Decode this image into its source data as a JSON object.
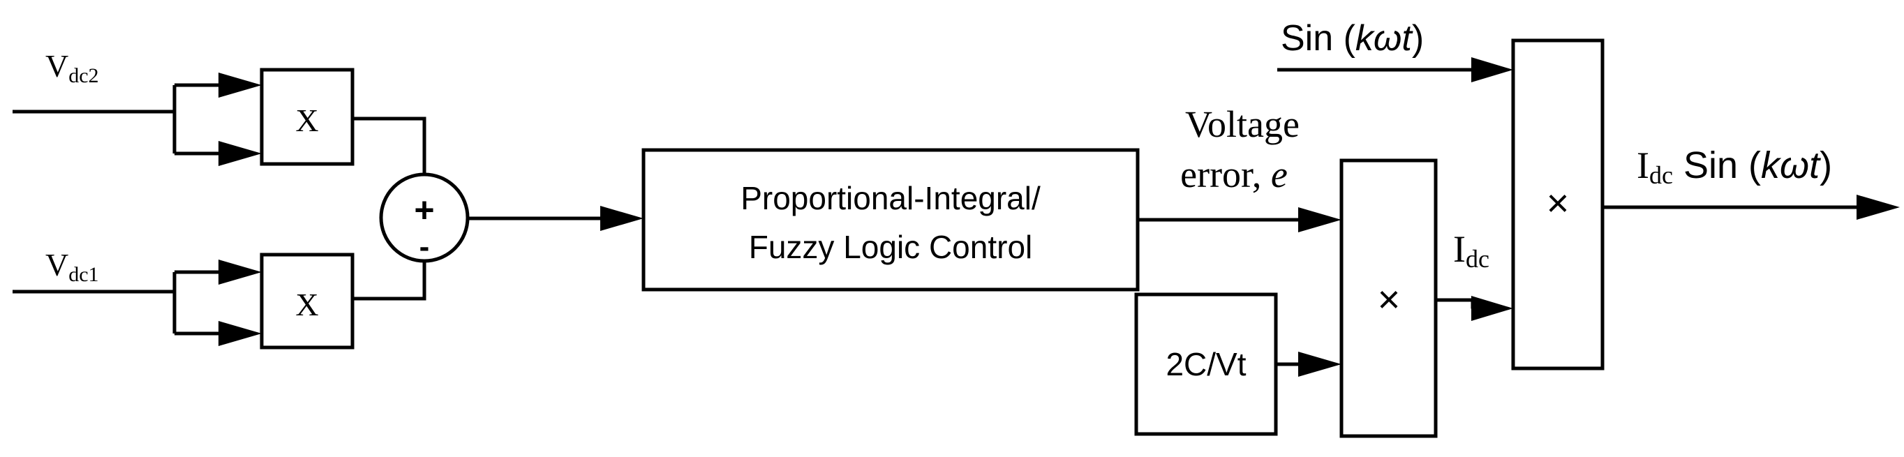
{
  "inputs": {
    "vdc2": {
      "main": "V",
      "sub": "dc2"
    },
    "vdc1": {
      "main": "V",
      "sub": "dc1"
    },
    "sin": {
      "prefix": "Sin (",
      "italic": "kωt",
      "suffix": ")"
    }
  },
  "blocks": {
    "mult_top": "X",
    "mult_bottom": "X",
    "sum_plus": "+",
    "sum_minus": "-",
    "controller_line1": "Proportional-Integral/",
    "controller_line2": "Fuzzy Logic Control",
    "gain": "2C/Vt",
    "mult_idc": "×",
    "mult_out": "×"
  },
  "signals": {
    "voltage_error_line1": "Voltage",
    "voltage_error_line2_prefix": "error, ",
    "voltage_error_line2_italic": "e",
    "idc": {
      "main": "I",
      "sub": "dc"
    },
    "output": {
      "main": "I",
      "sub": "dc",
      "prefix": " Sin (",
      "italic": "kωt",
      "suffix": ")"
    }
  }
}
